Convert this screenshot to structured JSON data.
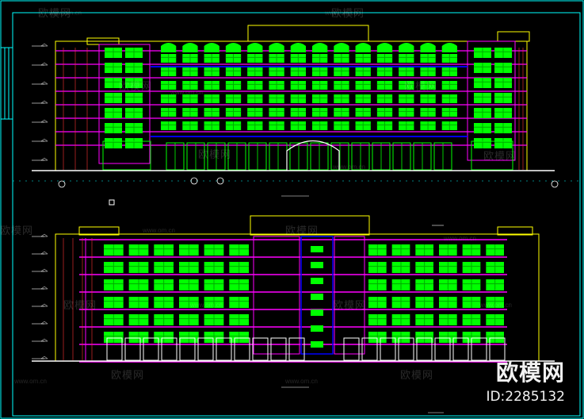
{
  "drawing": {
    "type": "CAD building elevation drawing",
    "palette": {
      "background": "#000000",
      "frame": "#00ffff",
      "outline": "#ffff00",
      "window": "#00ff00",
      "window_dark": "#00aa00",
      "band": "#ff00ff",
      "glass": "#0000ff",
      "wall": "#ffffff",
      "red": "#ff3333"
    },
    "upper_elevation": {
      "floors": 7,
      "window_bays": 14
    },
    "lower_elevation": {
      "floors": 7,
      "window_bays": 12
    }
  },
  "watermark": {
    "logo_text": "欧模网",
    "url": "www.om.cn"
  },
  "brand": {
    "name": "欧模网",
    "id_label": "ID:2285132"
  }
}
